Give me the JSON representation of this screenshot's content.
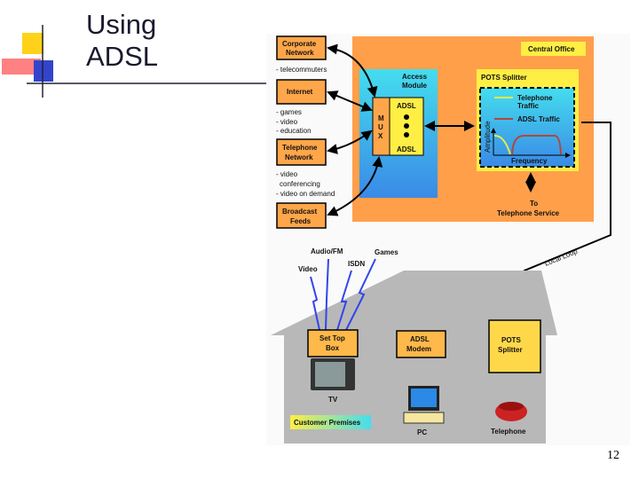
{
  "slide": {
    "title_line1": "Using",
    "title_line2": "ADSL",
    "page_number": "12"
  },
  "diagram": {
    "central_office": {
      "label": "Central Office",
      "access_module": {
        "label_line1": "Access",
        "label_line2": "Module",
        "mux": [
          "M",
          "U",
          "X"
        ],
        "adsl_top": "ADSL",
        "adsl_bottom": "ADSL"
      },
      "pots_splitter": {
        "label": "POTS Splitter",
        "legend": [
          {
            "label_line1": "Telephone",
            "label_line2": "Traffic",
            "color": "#e8e84a"
          },
          {
            "label_line1": "ADSL Traffic",
            "label_line2": "",
            "color": "#b0483a"
          }
        ],
        "y_axis": "Amplitude",
        "x_axis": "Frequency"
      },
      "to_service_line1": "To",
      "to_service_line2": "Telephone Service"
    },
    "sources": [
      {
        "line1": "Corporate",
        "line2": "Network"
      },
      {
        "line1": "Internet",
        "line2": ""
      },
      {
        "line1": "Telephone",
        "line2": "Network"
      },
      {
        "line1": "Broadcast",
        "line2": "Feeds"
      }
    ],
    "notes": {
      "telecommuters": "- telecommuters",
      "games": "- games",
      "video": "- video",
      "education": "- education",
      "video_conf1": "- video",
      "video_conf2": "conferencing",
      "vod": "- video on demand"
    },
    "local_loop": "Local Loop",
    "wireless": {
      "video": "Video",
      "audio": "Audio/FM",
      "isdn": "ISDN",
      "games": "Games"
    },
    "premises": {
      "label": "Customer Premises",
      "set_top_line1": "Set Top",
      "set_top_line2": "Box",
      "modem_line1": "ADSL",
      "modem_line2": "Modem",
      "splitter_line1": "POTS",
      "splitter_line2": "Splitter",
      "tv": "TV",
      "pc": "PC",
      "telephone": "Telephone"
    },
    "colors": {
      "orange": "#ff9f4a",
      "yellow": "#ffee44",
      "blue": "#3aa6e6",
      "house": "#b8b8b8"
    }
  }
}
